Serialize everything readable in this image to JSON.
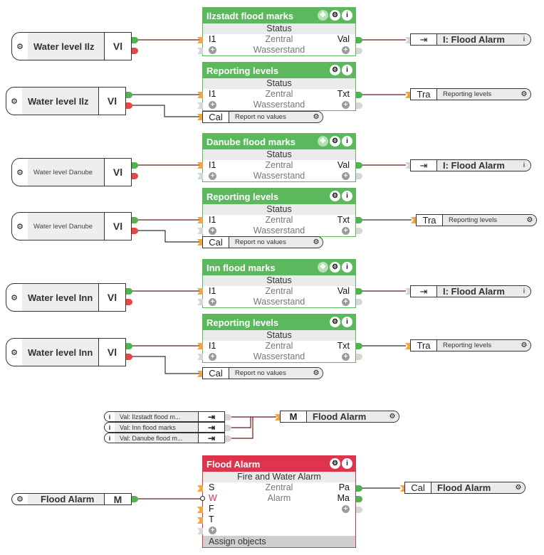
{
  "colors": {
    "module_green": "#5cb85c",
    "module_red": "#e0344e",
    "wire": "#6b1a1a",
    "pin_input": "#f0a548",
    "dot_green": "#4fb34f",
    "dot_red": "#e84545"
  },
  "sources": [
    {
      "name": "Water level Ilz",
      "tag": "Vl",
      "icon": "gear-icon"
    },
    {
      "name": "Water level Ilz",
      "tag": "Vl",
      "icon": "gear-icon"
    },
    {
      "name": "Water level Danube",
      "tag": "Vl",
      "icon": "gear-icon"
    },
    {
      "name": "Water level Danube",
      "tag": "Vl",
      "icon": "gear-icon"
    },
    {
      "name": "Water level Inn",
      "tag": "Vl",
      "icon": "gear-icon"
    },
    {
      "name": "Water level Inn",
      "tag": "Vl",
      "icon": "gear-icon"
    },
    {
      "name": "Flood Alarm",
      "tag": "M",
      "icon": "gear-icon"
    }
  ],
  "modules": [
    {
      "title": "Ilzstadt flood marks",
      "subtitle": "Status",
      "input": "I1",
      "center1": "Zentral",
      "center2": "Wasserstand",
      "output": "Val",
      "icons": [
        "move-icon",
        "gear-icon",
        "info-icon"
      ]
    },
    {
      "title": "Reporting levels",
      "subtitle": "Status",
      "input": "I1",
      "center1": "Zentral",
      "center2": "Wasserstand",
      "output": "Txt",
      "icons": [
        "gear-icon",
        "info-icon"
      ]
    },
    {
      "title": "Danube flood marks",
      "subtitle": "Status",
      "input": "I1",
      "center1": "Zentral",
      "center2": "Wasserstand",
      "output": "Val",
      "icons": [
        "move-icon",
        "gear-icon",
        "info-icon"
      ]
    },
    {
      "title": "Reporting levels",
      "subtitle": "Status",
      "input": "I1",
      "center1": "Zentral",
      "center2": "Wasserstand",
      "output": "Txt",
      "icons": [
        "gear-icon",
        "info-icon"
      ]
    },
    {
      "title": "Inn flood marks",
      "subtitle": "Status",
      "input": "I1",
      "center1": "Zentral",
      "center2": "Wasserstand",
      "output": "Val",
      "icons": [
        "move-icon",
        "gear-icon",
        "info-icon"
      ]
    },
    {
      "title": "Reporting levels",
      "subtitle": "Status",
      "input": "I1",
      "center1": "Zentral",
      "center2": "Wasserstand",
      "output": "Txt",
      "icons": [
        "gear-icon",
        "info-icon"
      ]
    }
  ],
  "cal_inputs": [
    {
      "key": "Cal",
      "label": "Report no values"
    },
    {
      "key": "Cal",
      "label": "Report no values"
    },
    {
      "key": "Cal",
      "label": "Report no values"
    }
  ],
  "outputs": [
    {
      "key": "I: Flood Alarm",
      "type": "internal",
      "icon": "exit-icon"
    },
    {
      "key": "Tra",
      "label": "Reporting levels"
    },
    {
      "key": "I: Flood Alarm",
      "type": "internal",
      "icon": "exit-icon"
    },
    {
      "key": "Tra",
      "label": "Reporting levels"
    },
    {
      "key": "I: Flood Alarm",
      "type": "internal",
      "icon": "exit-icon"
    },
    {
      "key": "Tra",
      "label": "Reporting levels"
    }
  ],
  "refs": [
    {
      "label": "Val: Ilzstadt flood m...",
      "icon": "info-icon"
    },
    {
      "label": "Val: Inn flood marks",
      "icon": "info-icon"
    },
    {
      "label": "Val: Danube flood m...",
      "icon": "info-icon"
    }
  ],
  "merge_output": {
    "key": "M",
    "label": "Flood Alarm"
  },
  "alarm_module": {
    "title": "Flood Alarm",
    "subtitle": "Fire and Water Alarm",
    "inputs": [
      "S",
      "W",
      "F",
      "T"
    ],
    "center1": "Zentral",
    "center2": "Alarm",
    "outputs": [
      "Pa",
      "Ma"
    ],
    "footer": "Assign objects"
  },
  "alarm_output": {
    "key": "Cal",
    "label": "Flood Alarm"
  },
  "glyphs": {
    "gear": "⚙",
    "info": "i",
    "move": "✥",
    "plus": "+",
    "exit": "⇥"
  }
}
